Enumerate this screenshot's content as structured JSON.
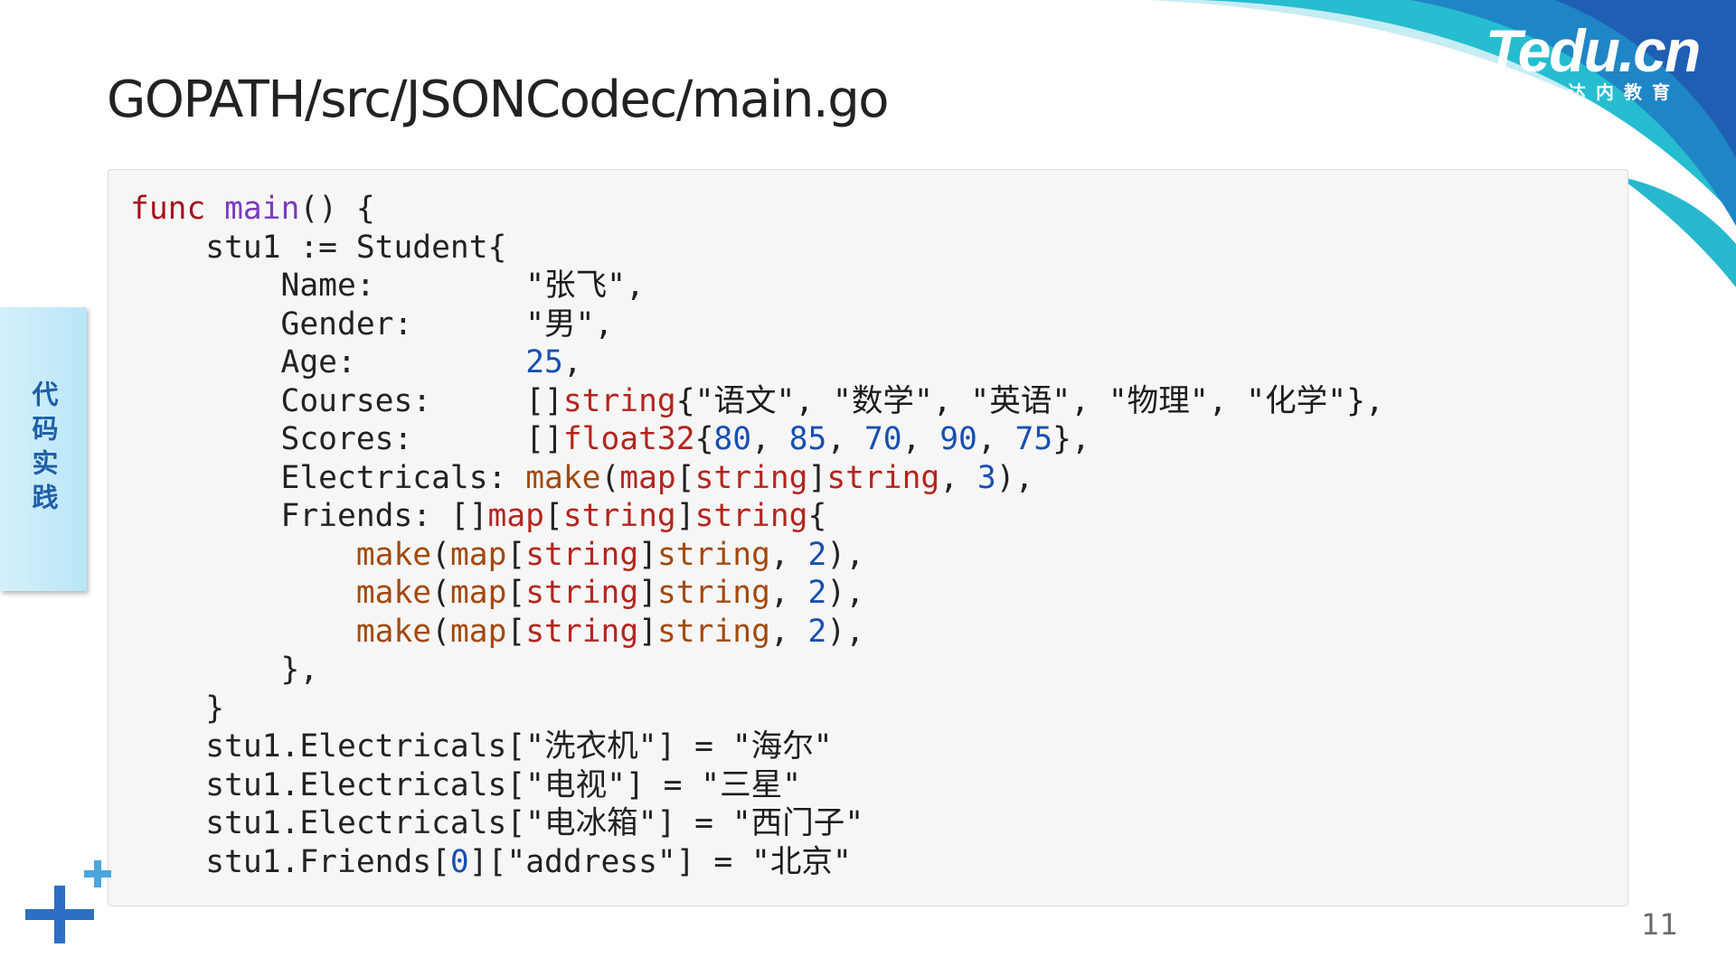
{
  "brand": {
    "logo_text": "Tedu.cn",
    "logo_subtext": "达内教育",
    "colors": {
      "wave_light": "#bfeaf2",
      "wave_mid": "#27bfcf",
      "wave_dark": "#1e63b8",
      "accent": "#2c78c9"
    }
  },
  "slide": {
    "title": "GOPATH/src/JSONCodec/main.go",
    "side_tab": "代码实践",
    "page_number": "11"
  },
  "code": {
    "func_kw": "func",
    "func_name": "main",
    "l1_tail": "() {",
    "l2": "    stu1 := Student{",
    "l3_key": "        Name:        ",
    "l3_val": "\"张飞\",",
    "l4_key": "        Gender:      ",
    "l4_val": "\"男\",",
    "l5_key": "        Age:         ",
    "l5_num": "25",
    "l5_tail": ",",
    "l6_key": "        Courses:     ",
    "l6_br": "[]",
    "l6_type": "string",
    "l6_vals": "{\"语文\", \"数学\", \"英语\", \"物理\", \"化学\"},",
    "l7_key": "        Scores:      ",
    "l7_br": "[]",
    "l7_type": "float32",
    "l7_open": "{",
    "l7_n1": "80",
    "l7_n2": "85",
    "l7_n3": "70",
    "l7_n4": "90",
    "l7_n5": "75",
    "comma_sp": ", ",
    "l7_close": "},",
    "l8_key": "        Electricals: ",
    "make": "make",
    "map": "map",
    "string": "string",
    "paren_open": "(",
    "bracket_open": "[",
    "bracket_close": "]",
    "l8_num": "3",
    "map_tail": "),",
    "l9_key": "        Friends: ",
    "l9_br": "[]",
    "l9_tail": "{",
    "indent3": "            ",
    "map_num": "2",
    "l13": "        },",
    "l14": "    }",
    "l15_pre": "    stu1.Electricals[\"洗衣机\"] = ",
    "l15_val": "\"海尔\"",
    "l16_pre": "    stu1.Electricals[\"电视\"] = ",
    "l16_val": "\"三星\"",
    "l17_pre": "    stu1.Electricals[\"电冰箱\"] = ",
    "l17_val": "\"西门子\"",
    "l18_pre": "    stu1.Friends[",
    "l18_idx": "0",
    "l18_mid": "][\"address\"] = ",
    "l18_val": "\"北京\""
  }
}
